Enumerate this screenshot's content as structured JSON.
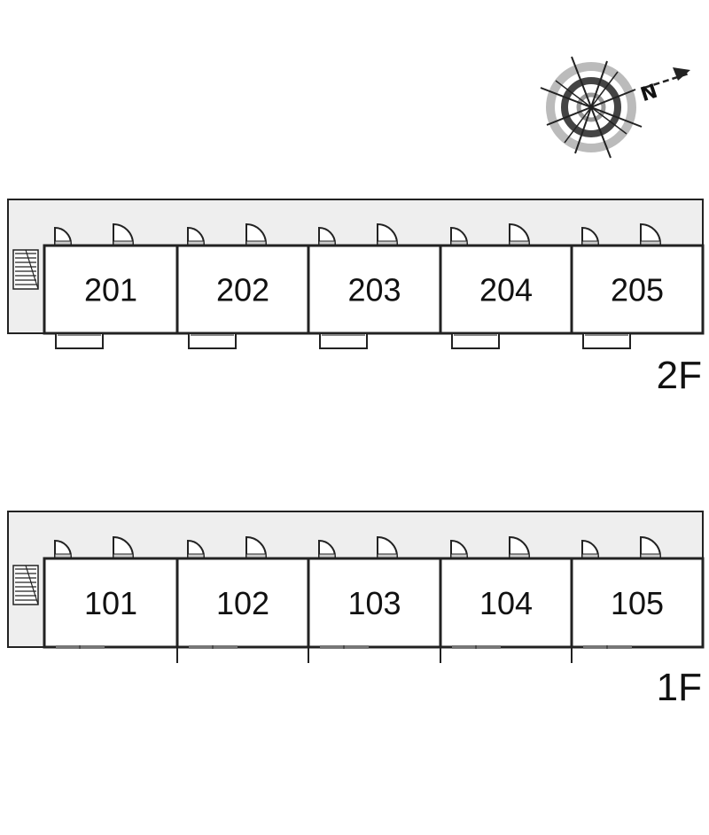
{
  "compass": {
    "label": "N",
    "icon": "compass-icon"
  },
  "floors": [
    {
      "key": "2f",
      "label": "2F",
      "units": [
        "201",
        "202",
        "203",
        "204",
        "205"
      ]
    },
    {
      "key": "1f",
      "label": "1F",
      "units": [
        "101",
        "102",
        "103",
        "104",
        "105"
      ]
    }
  ],
  "colors": {
    "corridor": "#eeeeee",
    "wall": "#222222",
    "background": "#ffffff"
  }
}
